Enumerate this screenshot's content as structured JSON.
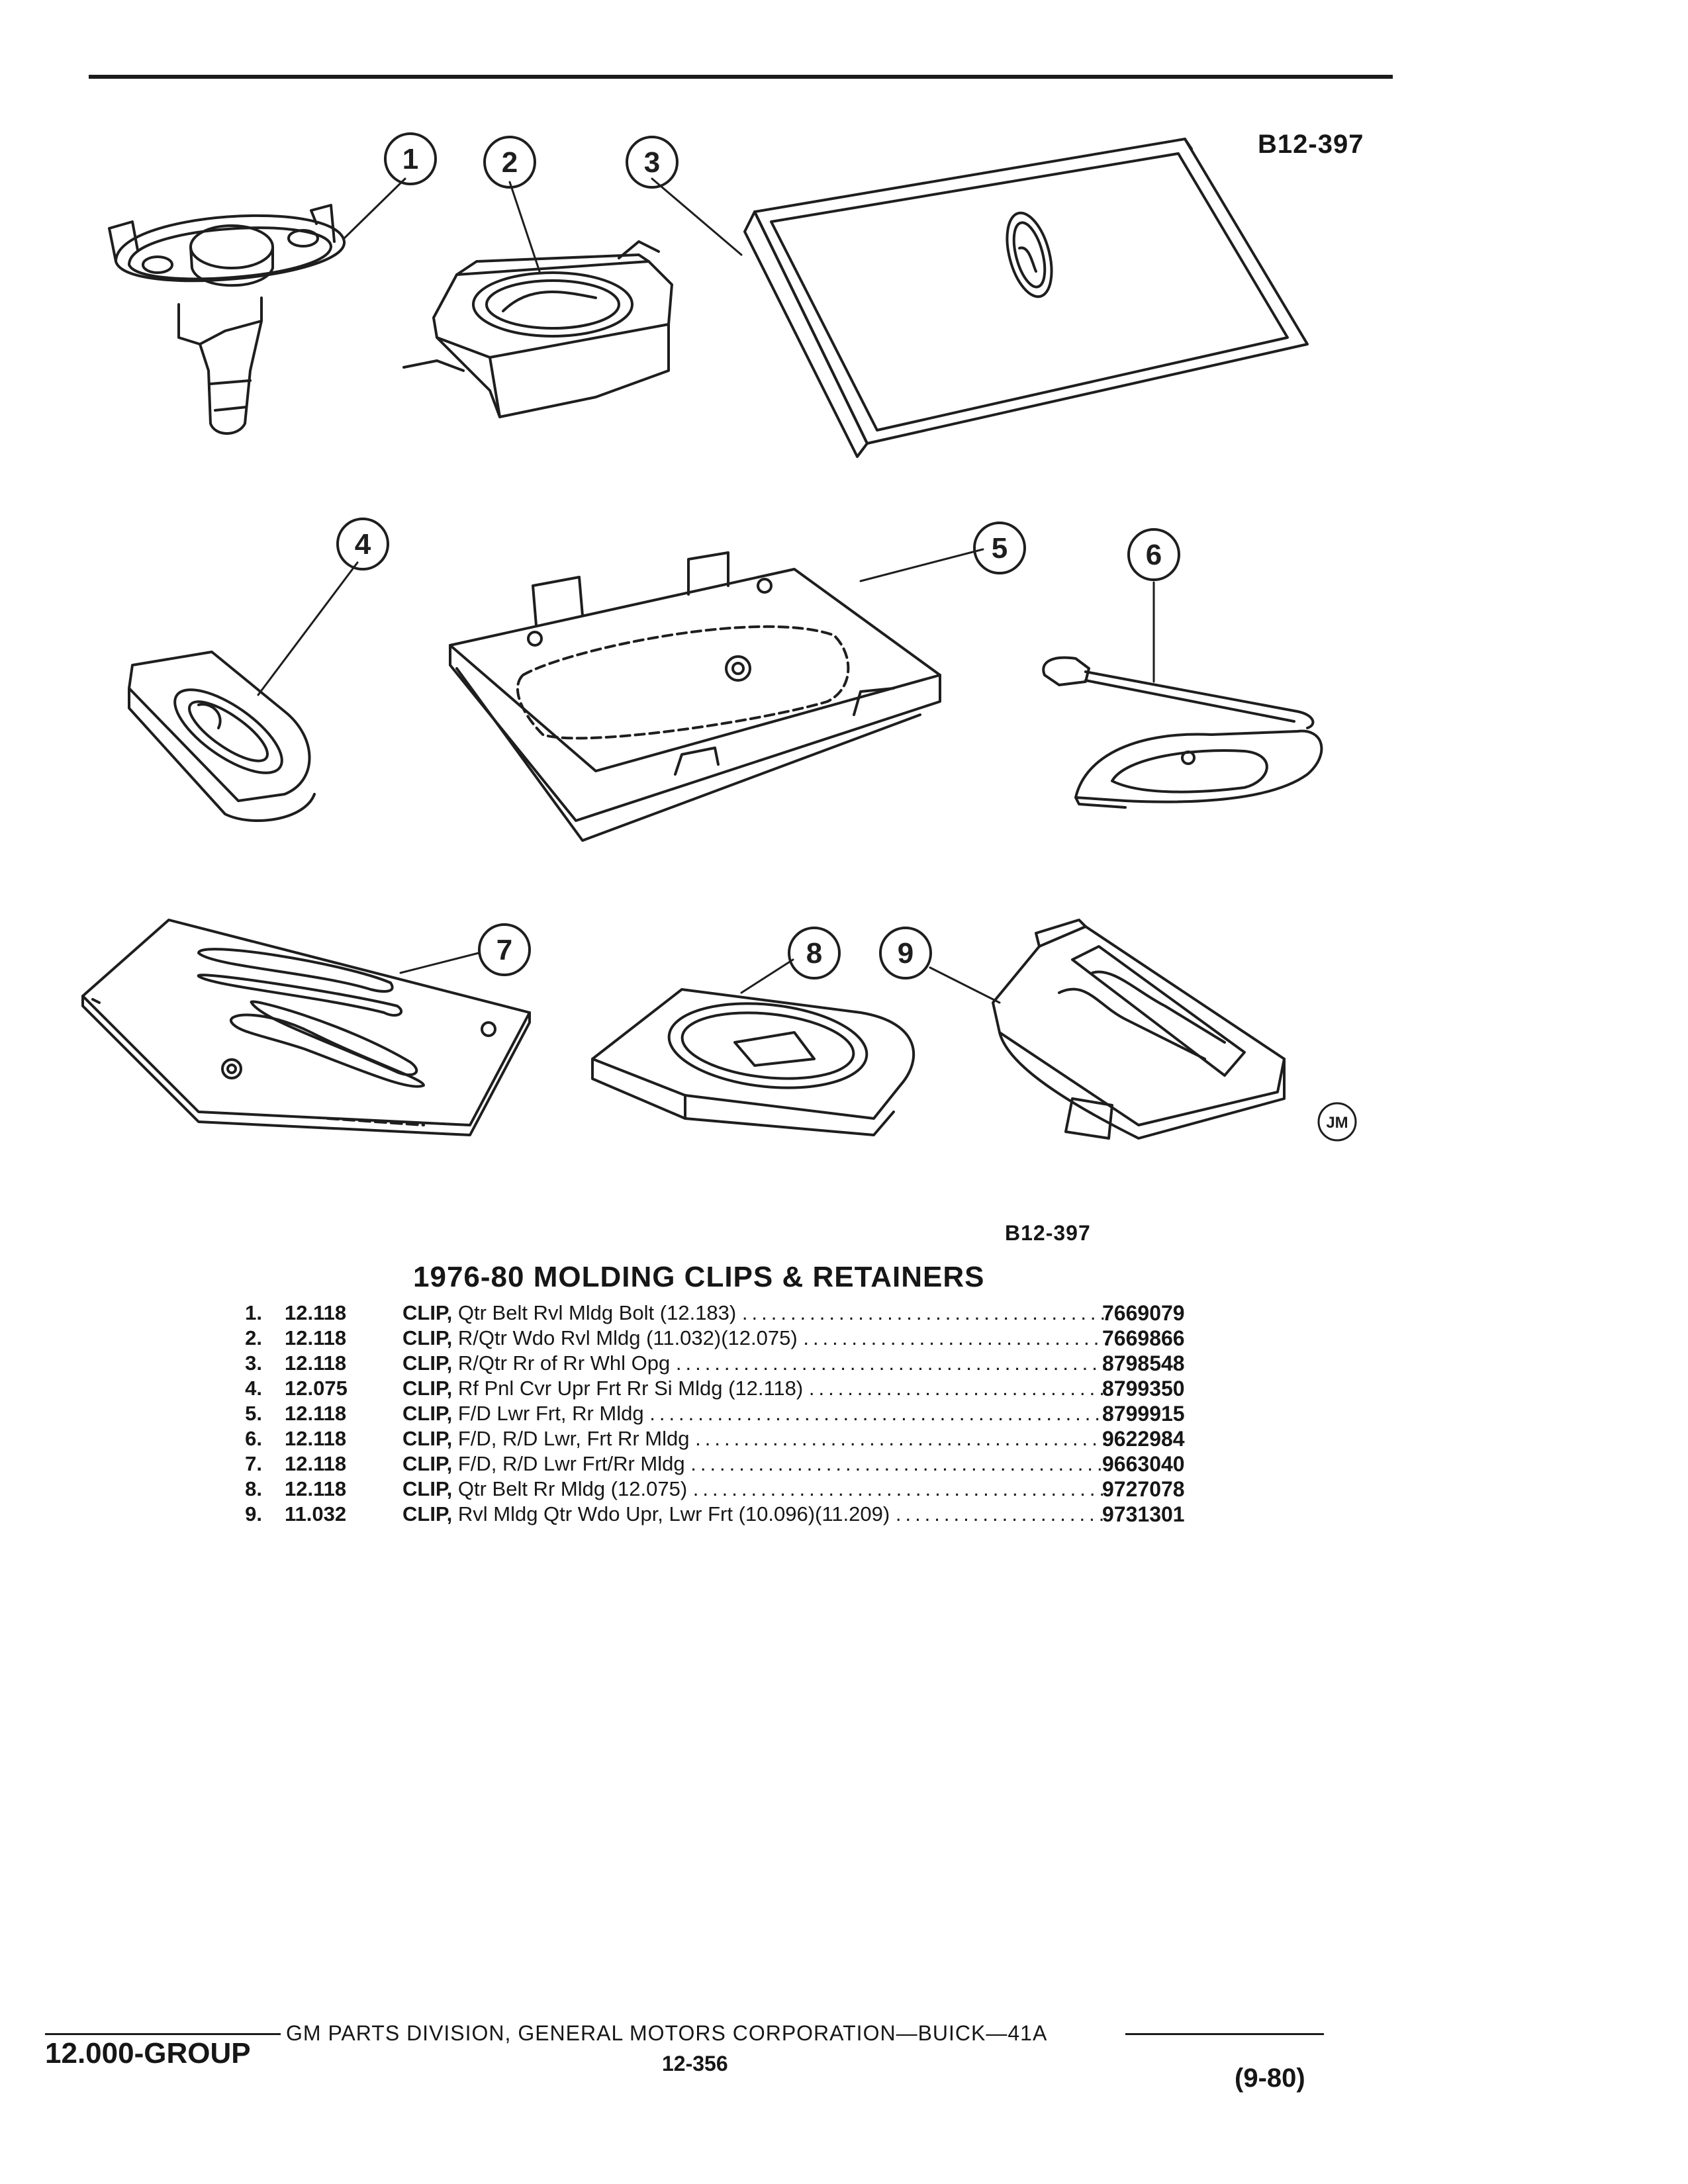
{
  "header": {
    "ref_code_top": "B12-397",
    "ref_code_bottom": "B12-397"
  },
  "illustration": {
    "callouts": [
      "1",
      "2",
      "3",
      "4",
      "5",
      "6",
      "7",
      "8",
      "9"
    ],
    "artist_mark": "JM"
  },
  "section": {
    "title": "1976-80 MOLDING CLIPS & RETAINERS"
  },
  "parts": [
    {
      "num": "1.",
      "group": "12.118",
      "name": "CLIP,",
      "desc": "Qtr Belt Rvl Mldg Bolt (12.183)",
      "part_no": "7669079"
    },
    {
      "num": "2.",
      "group": "12.118",
      "name": "CLIP,",
      "desc": "R/Qtr Wdo Rvl Mldg (11.032)(12.075)",
      "part_no": "7669866"
    },
    {
      "num": "3.",
      "group": "12.118",
      "name": "CLIP,",
      "desc": "R/Qtr Rr of Rr Whl Opg",
      "part_no": "8798548"
    },
    {
      "num": "4.",
      "group": "12.075",
      "name": "CLIP,",
      "desc": "Rf Pnl Cvr Upr Frt Rr Si Mldg (12.118)",
      "part_no": "8799350"
    },
    {
      "num": "5.",
      "group": "12.118",
      "name": "CLIP,",
      "desc": "F/D Lwr Frt, Rr Mldg",
      "part_no": "8799915"
    },
    {
      "num": "6.",
      "group": "12.118",
      "name": "CLIP,",
      "desc": "F/D, R/D Lwr, Frt Rr Mldg",
      "part_no": "9622984"
    },
    {
      "num": "7.",
      "group": "12.118",
      "name": "CLIP,",
      "desc": "F/D, R/D Lwr Frt/Rr Mldg",
      "part_no": "9663040"
    },
    {
      "num": "8.",
      "group": "12.118",
      "name": "CLIP,",
      "desc": "Qtr Belt Rr Mldg (12.075)",
      "part_no": "9727078"
    },
    {
      "num": "9.",
      "group": "11.032",
      "name": "CLIP,",
      "desc": "Rvl Mldg Qtr Wdo Upr, Lwr Frt (10.096)(11.209)",
      "part_no": "9731301"
    }
  ],
  "footer": {
    "group": "12.000-GROUP",
    "org": "GM PARTS DIVISION, GENERAL MOTORS CORPORATION—BUICK—41A",
    "page": "12-356",
    "date": "(9-80)"
  }
}
